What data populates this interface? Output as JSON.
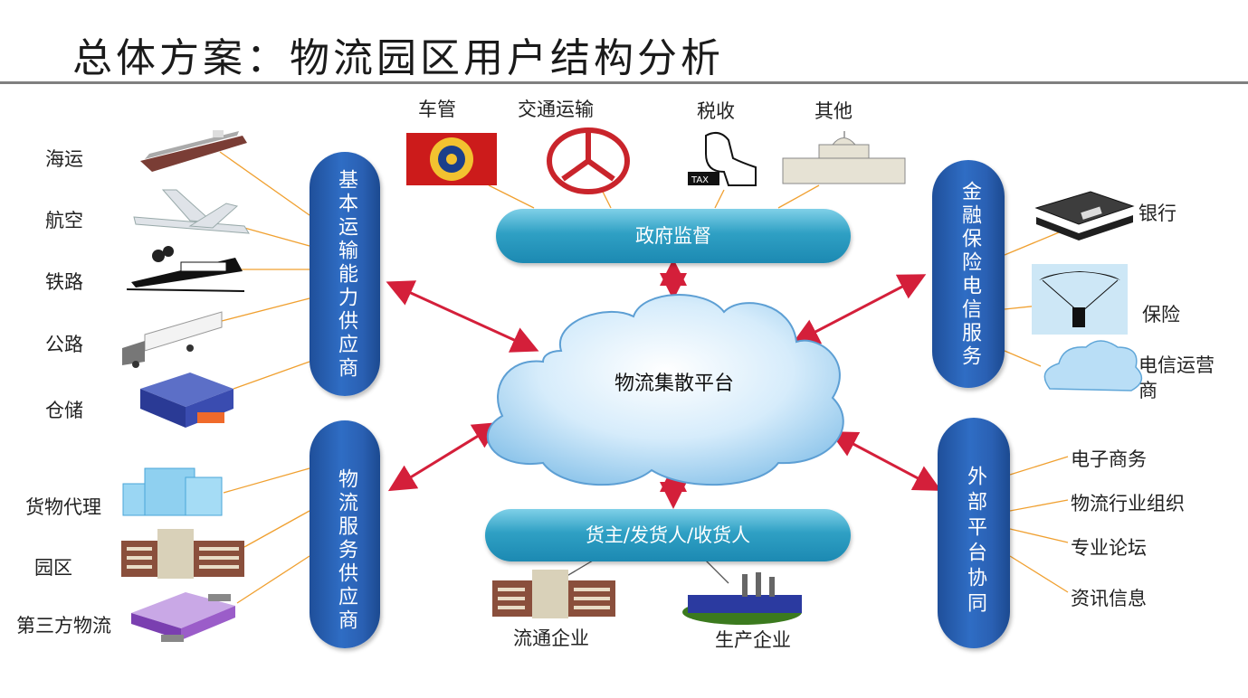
{
  "title": "总体方案：物流园区用户结构分析",
  "center": "物流集散平台",
  "government": {
    "label": "政府监督",
    "items": [
      "车管",
      "交通运输",
      "税收",
      "其他"
    ]
  },
  "transport": {
    "label": "基本运输能力供应商",
    "items": [
      "海运",
      "航空",
      "铁路",
      "公路",
      "仓储"
    ]
  },
  "logistics": {
    "label": "物流服务供应商",
    "items": [
      "货物代理",
      "园区",
      "第三方物流"
    ]
  },
  "finance": {
    "label": "金融保险电信服务",
    "items": [
      "银行",
      "保险",
      "电信运营",
      "商"
    ]
  },
  "external": {
    "label": "外部平台协同",
    "items": [
      "电子商务",
      "物流行业组织",
      "专业论坛",
      "资讯信息"
    ]
  },
  "owner": {
    "label": "货主/发货人/收货人",
    "items": [
      "流通企业",
      "生产企业"
    ]
  },
  "colors": {
    "arrow": "#d41f3a",
    "connector": "#f0a030",
    "pill_blue": "#2a60b3",
    "pill_cyan": "#2fa0c4"
  }
}
